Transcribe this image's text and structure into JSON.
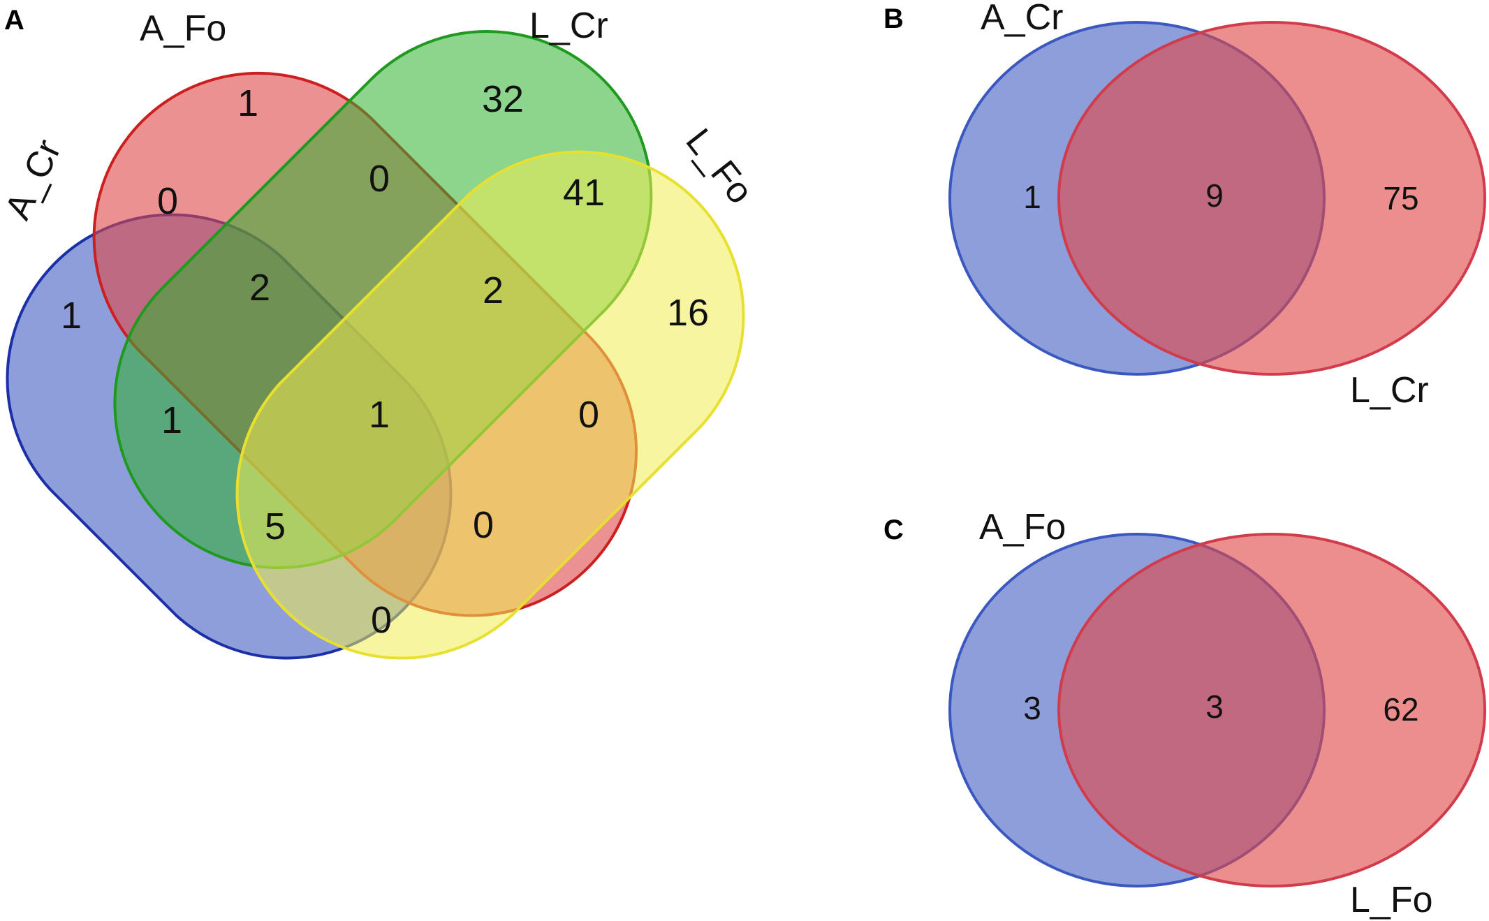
{
  "panels": {
    "a": {
      "letter": "A",
      "sets": {
        "a_cr": {
          "label": "A_Cr",
          "color": "#3a58c0",
          "stroke": "#1a2fa8"
        },
        "a_fo": {
          "label": "A_Fo",
          "color": "#e04848",
          "stroke": "#cc1f1f"
        },
        "l_cr": {
          "label": "L_Cr",
          "color": "#30b030",
          "stroke": "#1f9a1f"
        },
        "l_fo": {
          "label": "L_Fo",
          "color": "#f0ec50",
          "stroke": "#e8e030"
        }
      },
      "regions": {
        "a_fo_only": "1",
        "l_cr_only": "32",
        "a_cr_only": "1",
        "l_fo_only": "16",
        "a_cr_a_fo": "0",
        "a_fo_l_cr": "0",
        "l_cr_l_fo": "41",
        "a_cr_a_fo_l_cr": "2",
        "a_fo_l_cr_l_fo": "2",
        "a_cr_l_cr": "1",
        "all_four": "1",
        "a_fo_l_fo": "0",
        "a_cr_l_cr_l_fo": "5",
        "a_cr_a_fo_l_fo": "0",
        "a_cr_l_fo": "0"
      }
    },
    "b": {
      "letter": "B",
      "left": {
        "label": "A_Cr",
        "color": "#3a58c0"
      },
      "right": {
        "label": "L_Cr",
        "color": "#e04848"
      },
      "left_only": "1",
      "overlap": "9",
      "right_only": "75"
    },
    "c": {
      "letter": "C",
      "left": {
        "label": "A_Fo",
        "color": "#3a58c0"
      },
      "right": {
        "label": "L_Fo",
        "color": "#e04848"
      },
      "left_only": "3",
      "overlap": "3",
      "right_only": "62"
    }
  }
}
